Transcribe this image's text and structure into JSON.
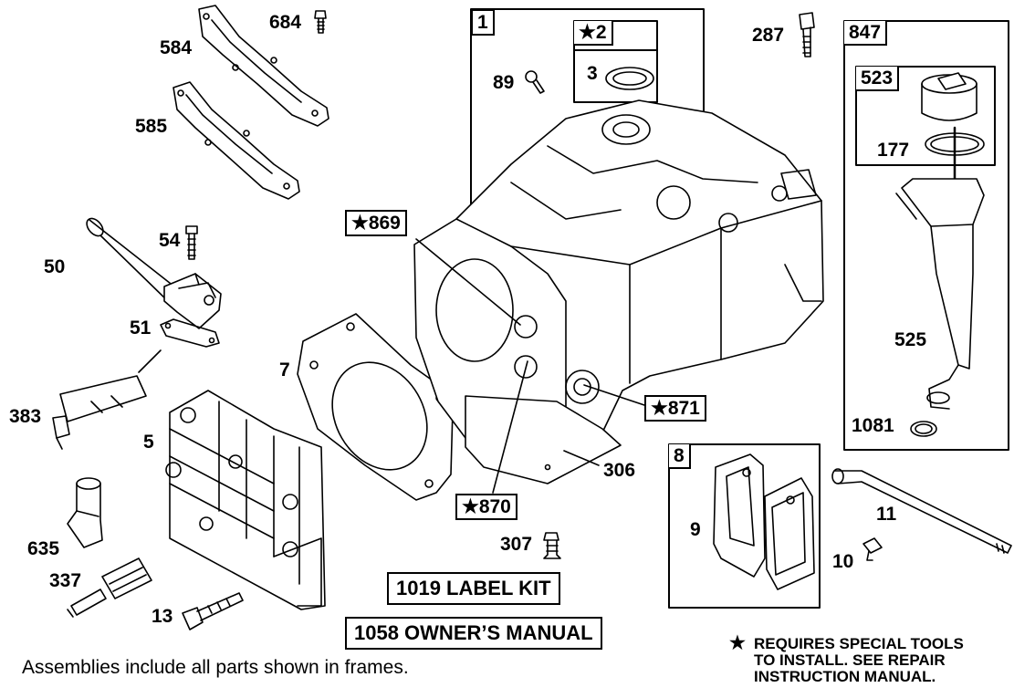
{
  "callouts": {
    "c684": "684",
    "c584": "584",
    "c585": "585",
    "c54": "54",
    "c50": "50",
    "c51": "51",
    "c383": "383",
    "c5": "5",
    "c635": "635",
    "c337": "337",
    "c13": "13",
    "c7": "7",
    "c1": "1",
    "c2": "★2",
    "c3": "3",
    "c89": "89",
    "c869": "★869",
    "c870": "★870",
    "c871": "★871",
    "c306": "306",
    "c307": "307",
    "c287": "287",
    "c847": "847",
    "c523": "523",
    "c177": "177",
    "c525": "525",
    "c1081": "1081",
    "c8": "8",
    "c9": "9",
    "c11": "11",
    "c10": "10"
  },
  "kits": {
    "label_kit": "1019 LABEL KIT",
    "owners_manual": "1058 OWNER’S MANUAL"
  },
  "footnote": "Assemblies include all parts shown in frames.",
  "note": {
    "star": "★",
    "line1": "REQUIRES SPECIAL TOOLS",
    "line2": "TO INSTALL.  SEE REPAIR",
    "line3": "INSTRUCTION MANUAL."
  }
}
